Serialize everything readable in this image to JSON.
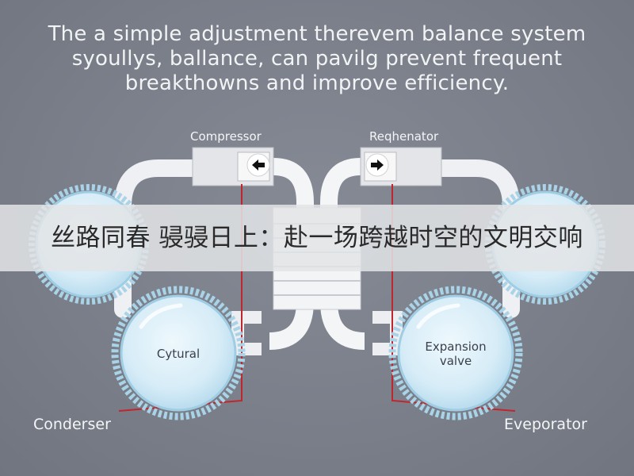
{
  "headline": {
    "line1": "The a simple adjustment therevem balance system",
    "line2": "syoullys, ballance, can pavilg prevent frequent",
    "line3": "breakthowns and improve efficiency."
  },
  "labels": {
    "compressor": "Compressor",
    "regenerator": "Reqhenator",
    "condenser": "Conderser",
    "evaporator": "Eveporator",
    "cytural": "Cytural",
    "expansion_line1": "Expansion",
    "expansion_line2": "valve"
  },
  "banner": {
    "text": "丝路同春 骎骎日上：赴一场跨越时空的文明交响"
  },
  "colors": {
    "background": "#7b7f8a",
    "pipe": "#f2f3f5",
    "red_line": "#c0262e",
    "circle_fill": "#dbeef8",
    "gear_ring": "#a9d3e7",
    "banner": "#e2e4e7"
  },
  "icons": [
    "arrow-left-icon",
    "arrow-right-icon"
  ]
}
